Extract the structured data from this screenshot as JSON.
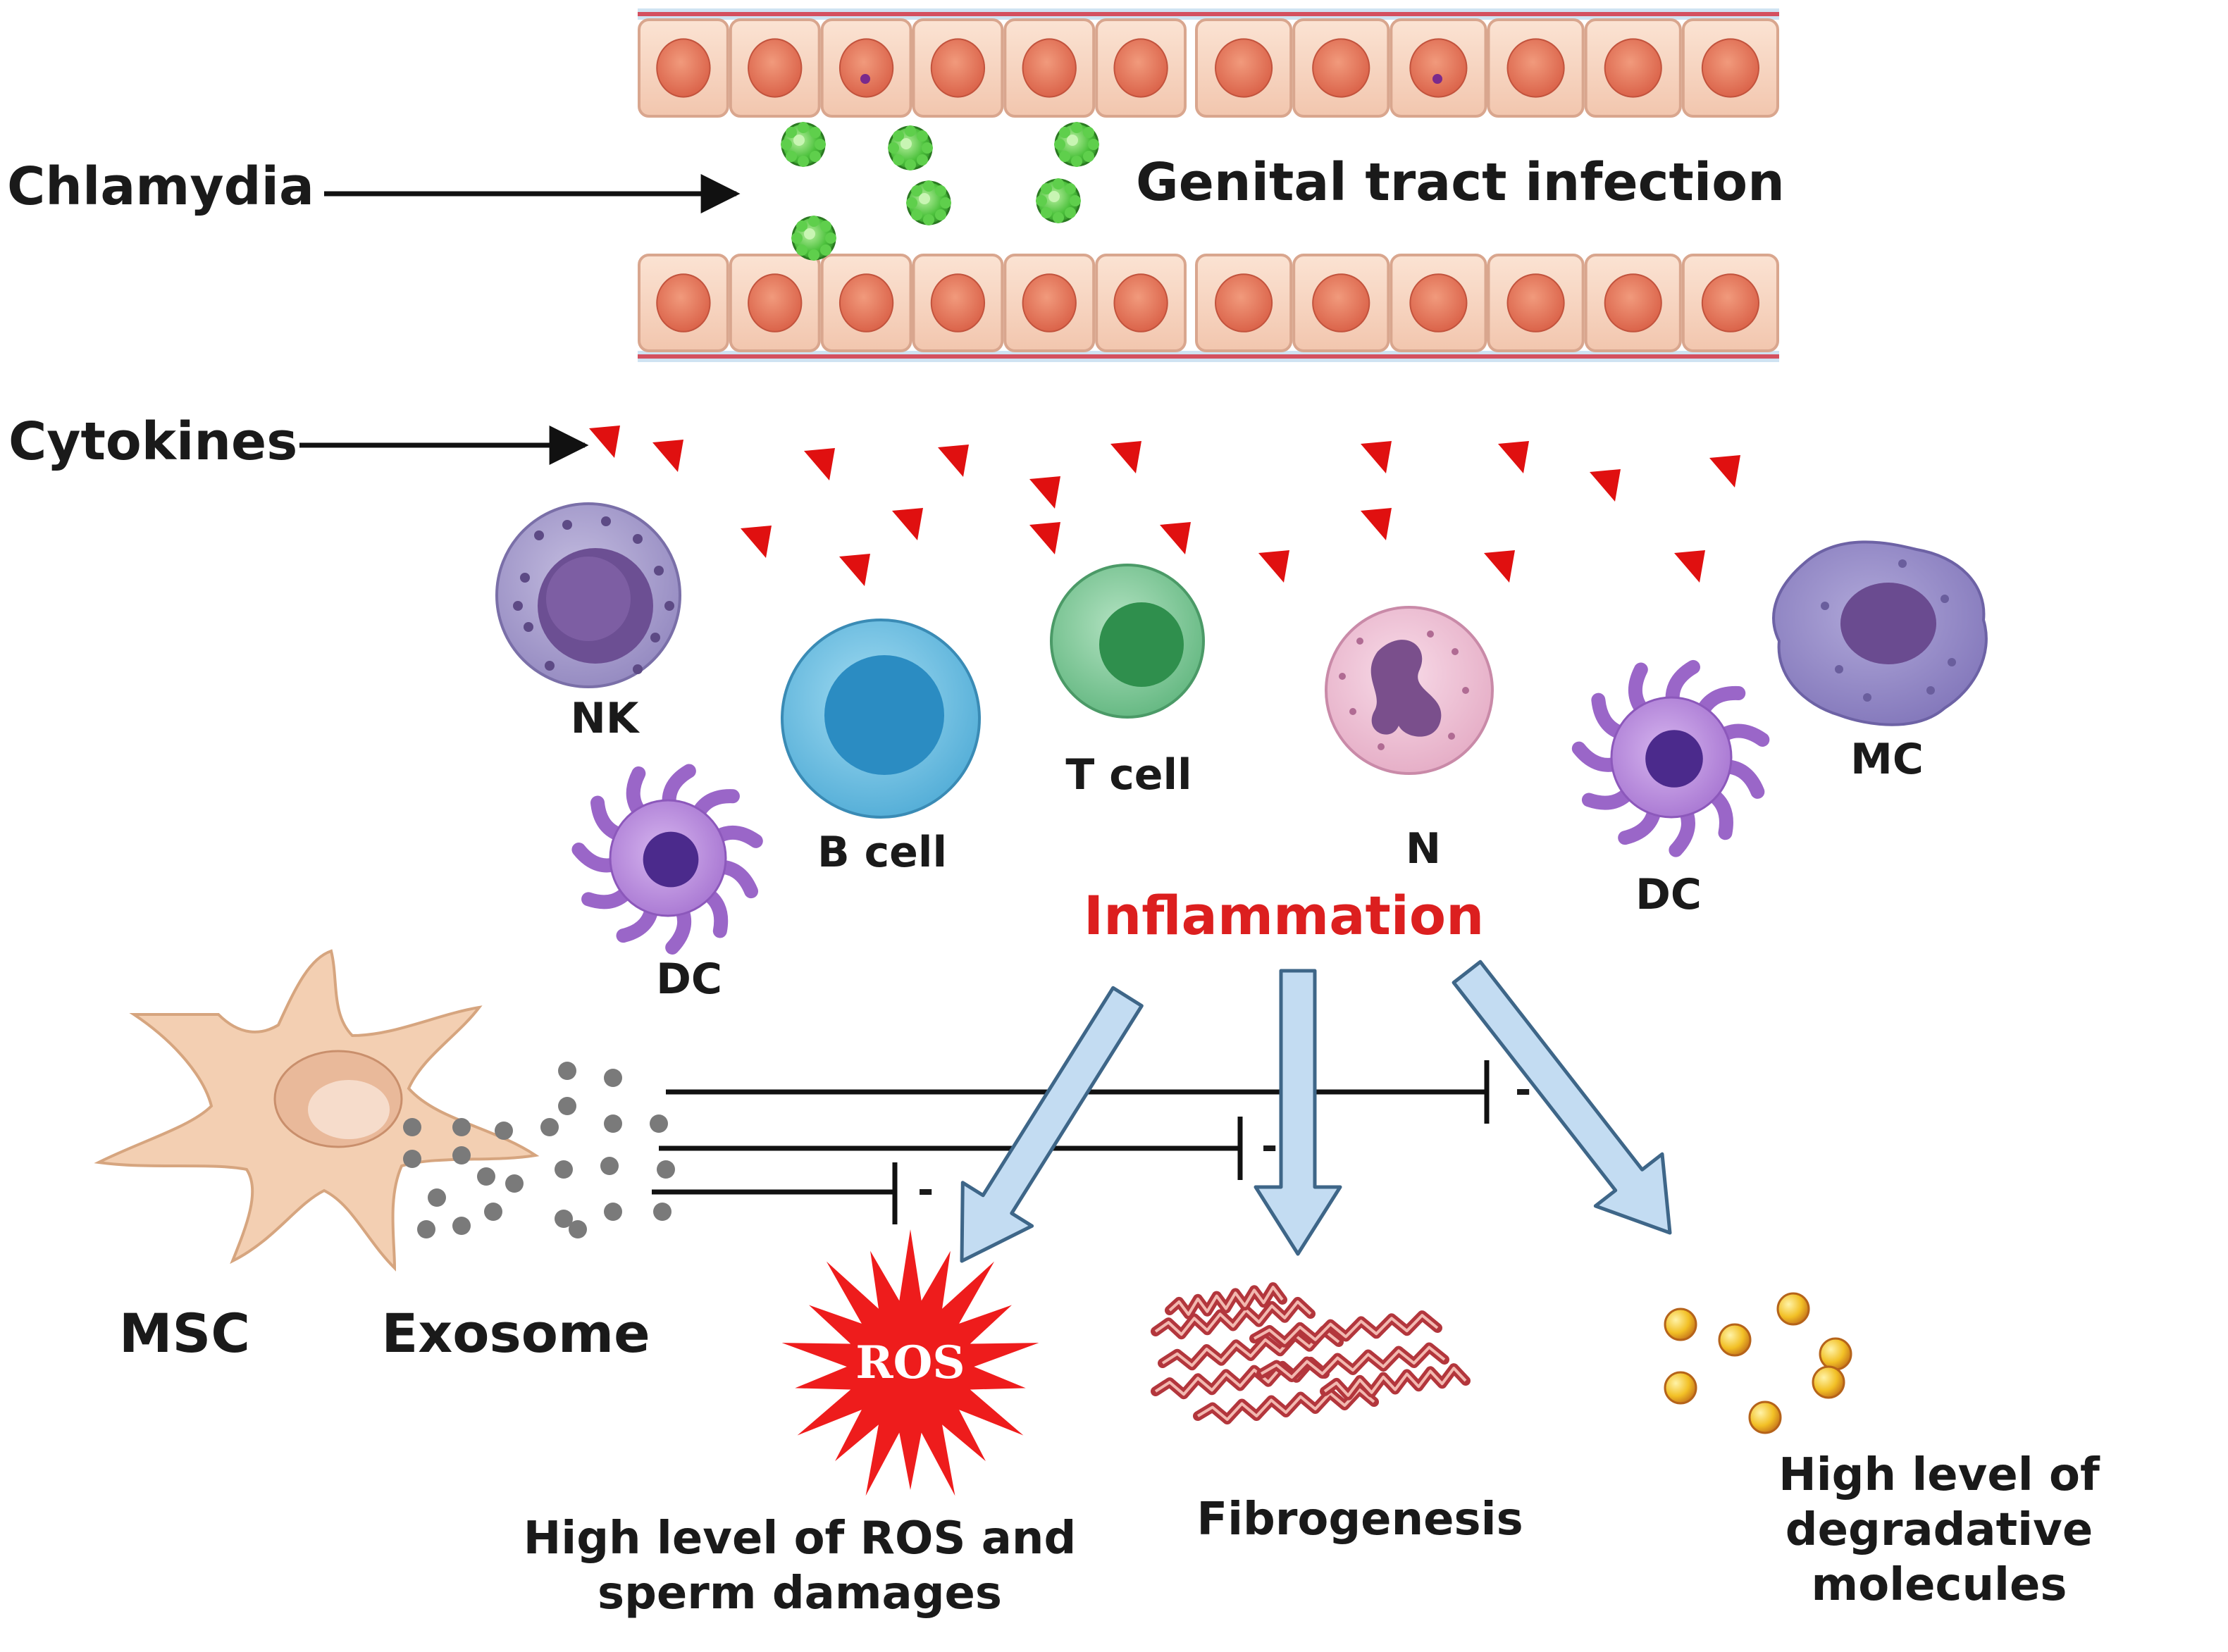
{
  "labels": {
    "chlamydia": "Chlamydia",
    "genital_tract_infection": "Genital tract infection",
    "cytokines": "Cytokines",
    "nk": "NK",
    "b_cell": "B cell",
    "t_cell": "T cell",
    "n": "N",
    "dc_left": "DC",
    "dc_right": "DC",
    "mc": "MC",
    "inflammation": "Inflammation",
    "msc": "MSC",
    "exosome": "Exosome",
    "ros_badge": "ROS",
    "ros_outcome": "High level of ROS and sperm damages",
    "fibrogenesis": "Fibrogenesis",
    "degradative": "High level of degradative molecules",
    "inhibit_symbol": "-"
  },
  "colors": {
    "epithelium": "#f6d3bf",
    "epithelium_border": "#d9a68e",
    "nucleus": "#e0735a",
    "basement_membrane": "#d4505f",
    "chlamydia": "#46b83c",
    "cytokine": "#e01010",
    "inflammation_text": "#dc1f1f",
    "nk_cell": "#9c8fc3",
    "b_cell": "#5fb8dd",
    "t_cell": "#74c18f",
    "neutrophil": "#eab6cd",
    "dendritic_cell": "#b07fd8",
    "macrophage": "#8a7fc2",
    "msc": "#f3cfb2",
    "exosome": "#7a7a7a",
    "arrow_fill": "#c3dcf2",
    "arrow_stroke": "#3e6688",
    "ros_star": "#ee1c1c",
    "fiber": "#b3363c",
    "degradative_particle": "#f2c026"
  }
}
